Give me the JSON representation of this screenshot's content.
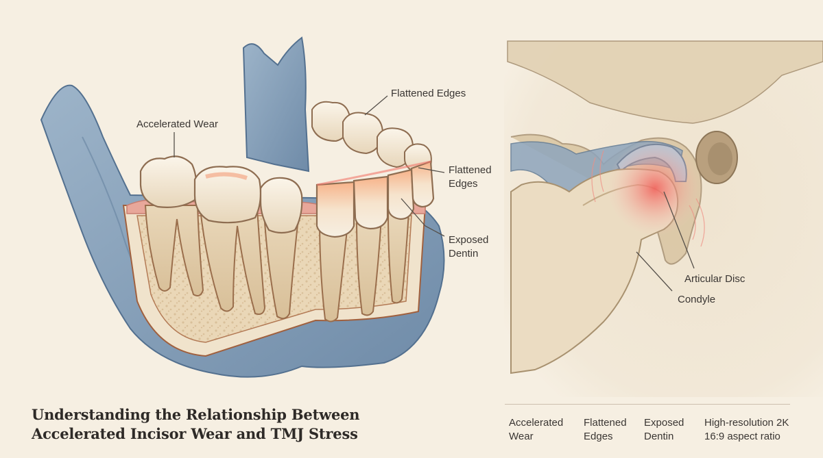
{
  "title": {
    "line1": "Understanding the Relationship Between",
    "line2": "Accelerated Incisor Wear and TMJ Stress"
  },
  "jaw_labels": {
    "accelerated_wear": "Accelerated Wear",
    "flattened_edges_top": "Flattened Edges",
    "flattened_edges_right_1": "Flattened",
    "flattened_edges_right_2": "Edges",
    "exposed_dentin_1": "Exposed",
    "exposed_dentin_2": "Dentin"
  },
  "tmj_labels": {
    "articular_disc": "Articular Disc",
    "condyle": "Condyle"
  },
  "legend": [
    {
      "line1": "Accelerated",
      "line2": "Wear"
    },
    {
      "line1": "Flattened",
      "line2": "Edges"
    },
    {
      "line1": "Exposed",
      "line2": "Dentin"
    },
    {
      "line1": "High-resolution 2K",
      "line2": "16:9 aspect ratio"
    }
  ],
  "colors": {
    "background": "#f6efe2",
    "bone_blue": "#7e9ab5",
    "tooth": "#f3e8d6",
    "gum": "#e8a79a",
    "wear_highlight": "#f4b07f",
    "tmj_bone": "#e9dcc3",
    "inflammation": "#ee7b74"
  }
}
